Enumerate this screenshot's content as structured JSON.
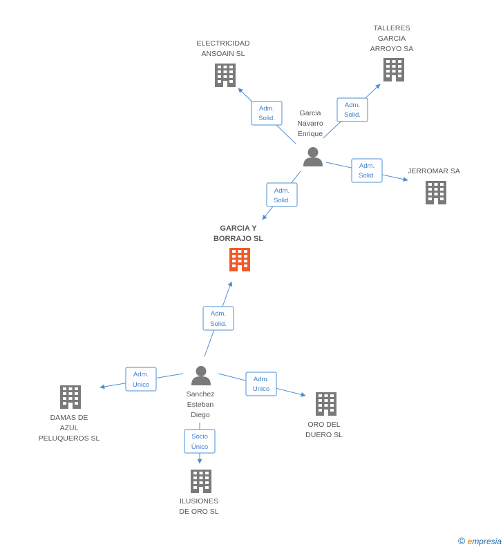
{
  "center": {
    "label": [
      "GARCIA Y",
      "BORRAJO SL"
    ]
  },
  "people": {
    "garcia": {
      "label": [
        "Garcia",
        "Navarro",
        "Enrique"
      ]
    },
    "sanchez": {
      "label": [
        "Sanchez",
        "Esteban",
        "Diego"
      ]
    }
  },
  "companies": {
    "electricidad": {
      "label": [
        "ELECTRICIDAD",
        "ANSOAIN  SL"
      ]
    },
    "talleres": {
      "label": [
        "TALLERES",
        "GARCIA",
        "ARROYO SA"
      ]
    },
    "jerromar": {
      "label": [
        "JERROMAR SA"
      ]
    },
    "damas": {
      "label": [
        "DAMAS DE",
        "AZUL",
        "PELUQUEROS SL"
      ]
    },
    "oro_duero": {
      "label": [
        "ORO DEL",
        "DUERO  SL"
      ]
    },
    "ilusiones": {
      "label": [
        "ILUSIONES",
        "DE ORO SL"
      ]
    }
  },
  "edges": {
    "garcia_electricidad": [
      "Adm.",
      "Solid."
    ],
    "garcia_talleres": [
      "Adm.",
      "Solid."
    ],
    "garcia_jerromar": [
      "Adm.",
      "Solid."
    ],
    "garcia_center": [
      "Adm.",
      "Solid."
    ],
    "sanchez_center": [
      "Adm.",
      "Solid."
    ],
    "sanchez_damas": [
      "Adm.",
      "Unico"
    ],
    "sanchez_oro": [
      "Adm.",
      "Unico"
    ],
    "sanchez_ilusiones": [
      "Socio",
      "Único"
    ]
  },
  "watermark": {
    "copyright": "©",
    "brand_initial": "e",
    "brand_rest": "mpresia"
  },
  "colors": {
    "center_building": "#f05a28",
    "building": "#7a7a7a",
    "person": "#7a7a7a",
    "edge": "#4a8fd6"
  }
}
